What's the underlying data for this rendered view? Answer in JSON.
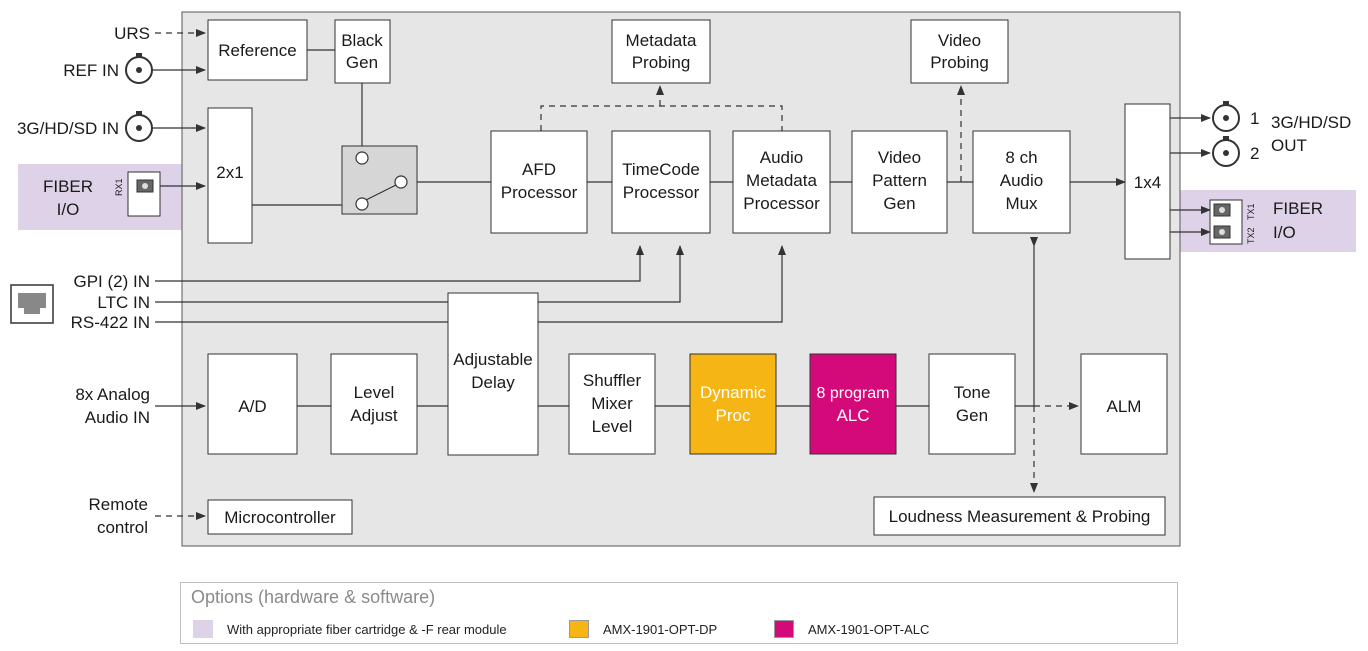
{
  "colors": {
    "fiber": "#ddd2e7",
    "dynamic_proc": "#f5b515",
    "alc": "#d40a7b",
    "main_panel": "#e6e6e6",
    "switch_box": "#d6d6d6"
  },
  "inputs": {
    "urs": "URS",
    "ref_in": "REF IN",
    "sdi_in": "3G/HD/SD IN",
    "fiber_in_1": "FIBER",
    "fiber_in_2": "I/O",
    "rx1": "RX1",
    "gpi_in": "GPI (2) IN",
    "ltc_in": "LTC IN",
    "rs422_in": "RS-422 IN",
    "analog_in_1": "8x Analog",
    "analog_in_2": "Audio IN",
    "remote_1": "Remote",
    "remote_2": "control"
  },
  "outputs": {
    "out_num_1": "1",
    "out_num_2": "2",
    "sdi_out_1": "3G/HD/SD",
    "sdi_out_2": "OUT",
    "fiber_out_1": "FIBER",
    "fiber_out_2": "I/O",
    "tx1": "TX1",
    "tx2": "TX2"
  },
  "blocks": {
    "reference": "Reference",
    "black_gen_1": "Black",
    "black_gen_2": "Gen",
    "metadata_probing_1": "Metadata",
    "metadata_probing_2": "Probing",
    "video_probing_1": "Video",
    "video_probing_2": "Probing",
    "sw_2x1": "2x1",
    "afd_1": "AFD",
    "afd_2": "Processor",
    "timecode_1": "TimeCode",
    "timecode_2": "Processor",
    "audio_meta_1": "Audio",
    "audio_meta_2": "Metadata",
    "audio_meta_3": "Processor",
    "video_pattern_1": "Video",
    "video_pattern_2": "Pattern",
    "video_pattern_3": "Gen",
    "audio_mux_1": "8 ch",
    "audio_mux_2": "Audio",
    "audio_mux_3": "Mux",
    "sw_1x4": "1x4",
    "adj_delay_1": "Adjustable",
    "adj_delay_2": "Delay",
    "ad": "A/D",
    "level_adjust_1": "Level",
    "level_adjust_2": "Adjust",
    "shuffler_1": "Shuffler",
    "shuffler_2": "Mixer",
    "shuffler_3": "Level",
    "dynamic_proc_1": "Dynamic",
    "dynamic_proc_2": "Proc",
    "alc_1": "8 program",
    "alc_2": "ALC",
    "tone_gen_1": "Tone",
    "tone_gen_2": "Gen",
    "alm": "ALM",
    "microcontroller": "Microcontroller",
    "loudness": "Loudness Measurement & Probing"
  },
  "legend": {
    "title": "Options (hardware & software)",
    "items": [
      {
        "label": "With appropriate fiber cartridge & -F rear module",
        "color": "#ddd2e7"
      },
      {
        "label": "AMX-1901-OPT-DP",
        "color": "#f5b515"
      },
      {
        "label": "AMX-1901-OPT-ALC",
        "color": "#d40a7b"
      }
    ]
  }
}
